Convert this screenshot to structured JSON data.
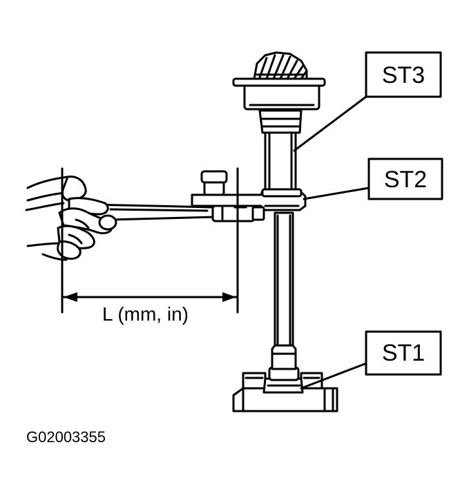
{
  "labels": {
    "st3": "ST3",
    "st2": "ST2",
    "st1": "ST1"
  },
  "dimension": {
    "label": "L (mm, in)"
  },
  "figure_code": "G02003355"
}
